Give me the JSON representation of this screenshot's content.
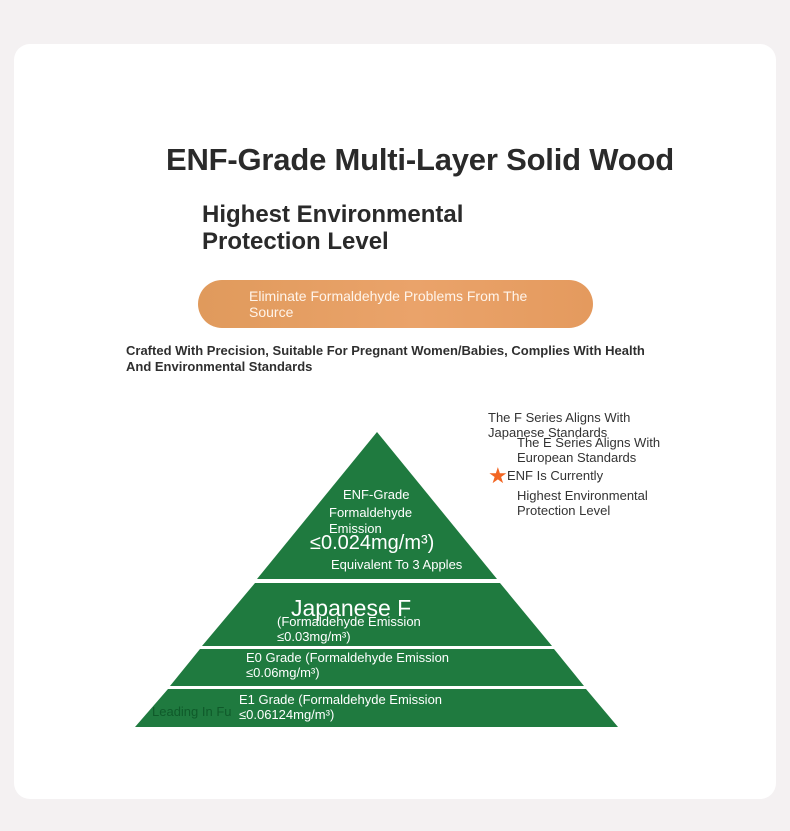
{
  "header": {
    "title": "ENF-Grade Multi-Layer Solid Wood",
    "subtitle": "Highest Environmental Protection Level"
  },
  "banner": {
    "label": "Eliminate Formaldehyde Problems From The Source"
  },
  "description": "Crafted With Precision, Suitable For Pregnant Women/Babies, Complies With Health And Environmental Standards",
  "legend": {
    "f_series": "The F Series Aligns With Japanese Standards",
    "e_series": "The E Series Aligns With European Standards",
    "enf_current": "ENF Is Currently",
    "enf_level": "Highest Environmental Protection Level",
    "star_icon": "star-icon"
  },
  "pyramid": {
    "tier1": {
      "title": "ENF-Grade",
      "line2": "Formaldehyde",
      "line3": "Emission",
      "value": "≤0.024mg/m³)",
      "note": "Equivalent To 3 Apples"
    },
    "tier2": {
      "title": "Japanese F",
      "detail": "(Formaldehyde Emission ≤0.03mg/m³)"
    },
    "tier3": {
      "detail": "E0 Grade (Formaldehyde Emission ≤0.06mg/m³)"
    },
    "tier4": {
      "side_label": "Leading In Fu",
      "detail": "E1 Grade (Formaldehyde Emission ≤0.06124mg/m³)"
    },
    "colors": {
      "green": "#1f7a3f",
      "orange": "#e6a066"
    }
  }
}
